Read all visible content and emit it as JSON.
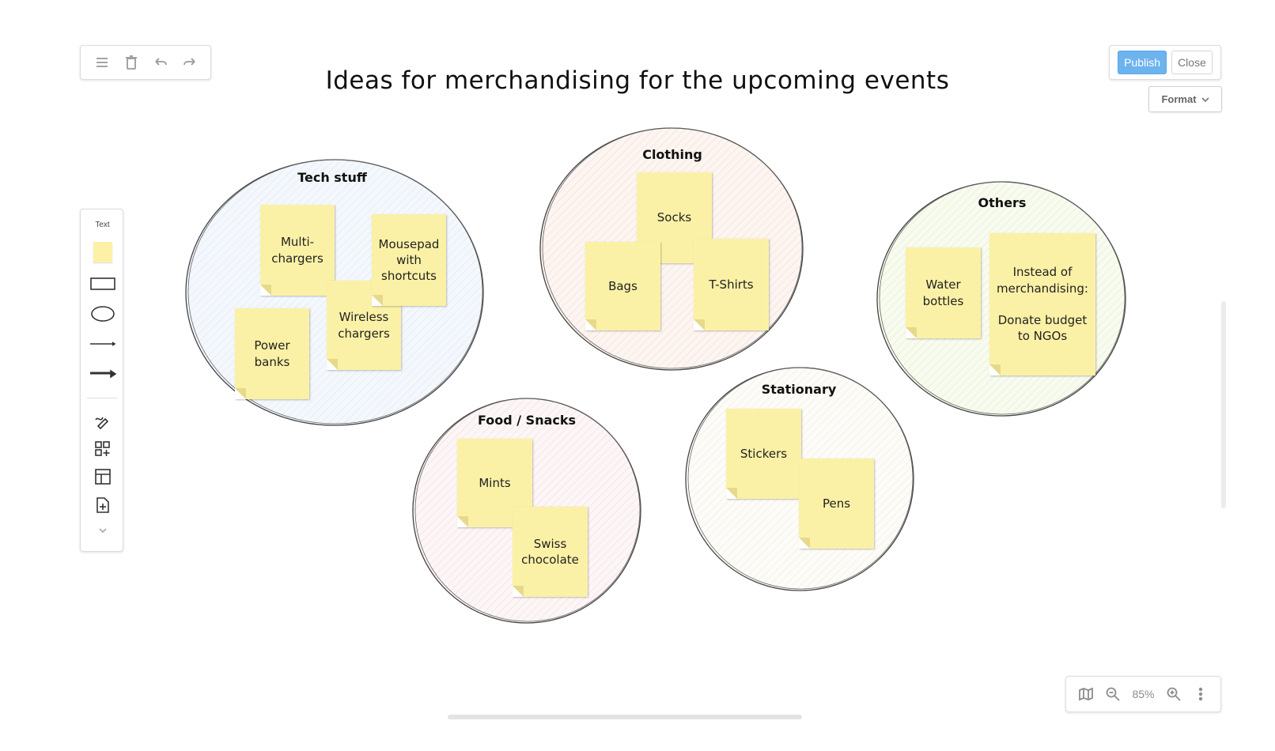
{
  "toolbar": {
    "icons": [
      "menu-icon",
      "trash-icon",
      "undo-icon",
      "redo-icon"
    ]
  },
  "header": {
    "publish_label": "Publish",
    "close_label": "Close",
    "format_label": "Format"
  },
  "board": {
    "title": "Ideas for merchandising for the upcoming events",
    "groups": [
      {
        "label": "Tech stuff",
        "color": "#eaf2fb",
        "notes": [
          "Multi-\nchargers",
          "Mousepad\nwith\nshortcuts",
          "Wireless\nchargers",
          "Power\nbanks"
        ]
      },
      {
        "label": "Clothing",
        "color": "#fbeee6",
        "notes": [
          "Socks",
          "Bags",
          "T-Shirts"
        ]
      },
      {
        "label": "Others",
        "color": "#f2f7e2",
        "notes": [
          "Water\nbottles",
          "Instead of\nmerchandising:\n\nDonate budget\nto NGOs"
        ]
      },
      {
        "label": "Food / Snacks",
        "color": "#fbeeee",
        "notes": [
          "Mints",
          "Swiss\nchocolate"
        ]
      },
      {
        "label": "Stationary",
        "color": "#faf8f2",
        "notes": [
          "Stickers",
          "Pens"
        ]
      }
    ]
  },
  "tools": {
    "text_label": "Text",
    "sticky_color": "#fcf1a4",
    "items": [
      "sticky-note",
      "rectangle",
      "ellipse",
      "line",
      "arrow",
      "freehand",
      "shapes",
      "table",
      "insert"
    ]
  },
  "zoom": {
    "level": "85%"
  }
}
